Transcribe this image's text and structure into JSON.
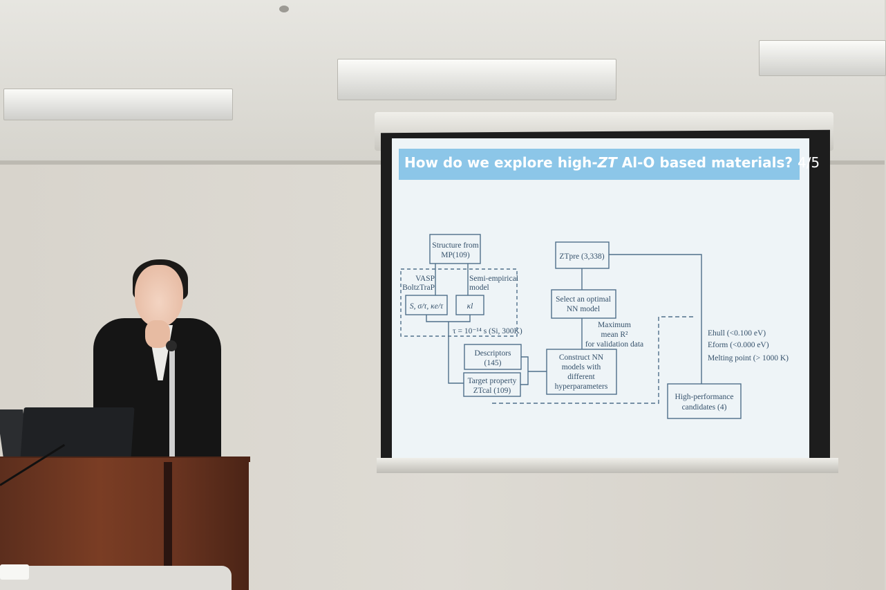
{
  "slide": {
    "title": "How do we explore high-",
    "title_italic": "ZT",
    "title_rest": " Al-O based materials?",
    "page": "4/5"
  },
  "flow": {
    "structure_line1": "Structure from",
    "structure_line2": "MP(109)",
    "vasp_line1": "VASP",
    "vasp_line2": "BoltzTraP",
    "semi_line1": "Semi-empirical",
    "semi_line2": "model",
    "transport": "S, σ/τ, κe/τ",
    "kappa_l": "κl",
    "tau_note": "τ = 10⁻¹⁴ s (Si, 300K)",
    "descriptors_line1": "Descriptors",
    "descriptors_line2": "(145)",
    "target_line1": "Target property",
    "target_line2": "ZTcal (109)",
    "construct_line1": "Construct NN",
    "construct_line2": "models with",
    "construct_line3": "different",
    "construct_line4": "hyperparameters",
    "max_line1": "Maximum",
    "max_line2": "mean R²",
    "max_line3": "for validation data",
    "select_line1": "Select an optimal",
    "select_line2": "NN model",
    "ztpre": "ZTpre (3,338)",
    "ehull": "Ehull (<0.100 eV)",
    "eform": "Eform (<0.000 eV)",
    "melting": "Melting point (> 1000 K)",
    "hp_line1": "High-performance",
    "hp_line2": "candidates (4)"
  }
}
